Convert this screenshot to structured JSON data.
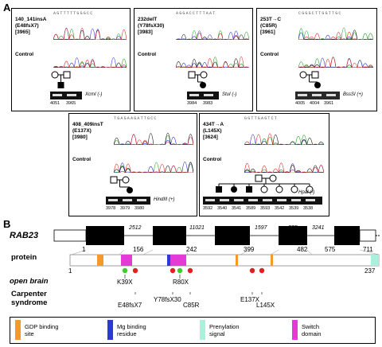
{
  "panel_a_letter": "A",
  "panel_b_letter": "B",
  "panels": [
    {
      "mutation": "140_141insA\n(E48fsX7)\n[3965]",
      "control": "Control",
      "enzyme": "XcmI (-)",
      "lanes": [
        "4051",
        "3965"
      ]
    },
    {
      "mutation": "232delT\n(Y78fsX30)\n[3983]",
      "control": "Control",
      "enzyme": "StuI (-)",
      "lanes": [
        "3984",
        "3983"
      ]
    },
    {
      "mutation": "253T→C\n(C85R)\n[3961]",
      "control": "Control",
      "enzyme": "BssSI (+)",
      "lanes": [
        "4005",
        "4004",
        "3961"
      ]
    },
    {
      "mutation": "408_409insT\n(E137X)\n[3980]",
      "control": "Control",
      "enzyme": "HindIII (+)",
      "lanes": [
        "3978",
        "3979",
        "3980"
      ]
    },
    {
      "mutation": "434T→A\n(L145X)\n[3624]",
      "control": "Control",
      "enzyme": "HpaI (-)",
      "lanes": [
        "3592",
        "3540",
        "3541",
        "3589",
        "3593",
        "3542",
        "3539",
        "3538"
      ]
    }
  ],
  "gene": {
    "name": "RAB23",
    "intron_sizes": [
      "2512",
      "11021",
      "1597",
      "835",
      "3241"
    ],
    "positions": [
      "1",
      "156",
      "242",
      "399",
      "482",
      "575",
      "711"
    ]
  },
  "protein": {
    "label": "protein",
    "start": "1",
    "end": "237"
  },
  "open_brain": {
    "label": "open brain",
    "variants": [
      "K39X",
      "R80X"
    ]
  },
  "carpenter": {
    "label": "Carpenter\nsyndrome",
    "variants": [
      "E48fsX7",
      "Y78fsX30",
      "C85R",
      "E137X",
      "L145X"
    ]
  },
  "legend": [
    {
      "label": "GDP binding\nsite",
      "color": "#f39a2a"
    },
    {
      "label": "Mg binding\nresidue",
      "color": "#2b3bd1"
    },
    {
      "label": "Prenylation\nsignal",
      "color": "#a9f0dd"
    },
    {
      "label": "Switch\ndomain",
      "color": "#e23bd8"
    }
  ],
  "colors": {
    "pin_red": "#e02020",
    "pin_green": "#3ccc2c"
  }
}
